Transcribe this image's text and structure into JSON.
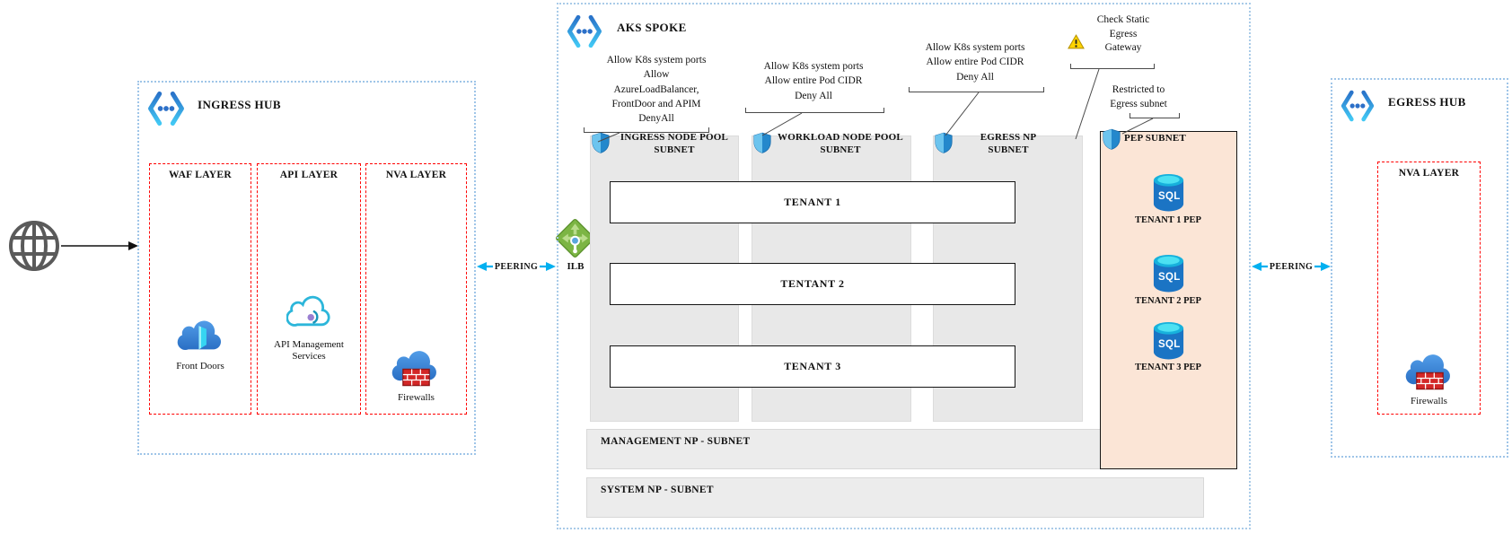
{
  "colors": {
    "peering_arrow": "#00b0f0",
    "hub_border": "#9fc5e8",
    "layer_border": "#ff0000",
    "pep_fill": "#fbe5d6",
    "subnet_fill": "#e8e8e8"
  },
  "ingress_hub": {
    "title": "INGRESS HUB",
    "layers": [
      {
        "title": "WAF LAYER",
        "service": "Front Doors"
      },
      {
        "title": "API LAYER",
        "service": "API Management Services"
      },
      {
        "title": "NVA LAYER",
        "service": "Firewalls"
      }
    ]
  },
  "peering": {
    "left_label": "PEERING",
    "right_label": "PEERING"
  },
  "ilb_label": "ILB",
  "aks_spoke": {
    "title": "AKS SPOKE",
    "callouts": {
      "ingress_rules": [
        "Allow K8s system ports",
        "Allow",
        "AzureLoadBalancer,",
        "FrontDoor and APIM",
        "DenyAll"
      ],
      "workload_rules": [
        "Allow K8s system ports",
        "Allow entire Pod CIDR",
        "Deny All"
      ],
      "egress_rules": [
        "Allow K8s system ports",
        "Allow entire Pod CIDR",
        "Deny All"
      ],
      "static_egress": [
        "Check Static",
        "Egress",
        "Gateway"
      ],
      "pep_restriction": [
        "Restricted to",
        "Egress subnet"
      ]
    },
    "subnets": {
      "ingress": "INGRESS NODE POOL SUBNET",
      "workload": "WORKLOAD NODE POOL SUBNET",
      "egress": "EGRESS NP SUBNET",
      "pep": "PEP SUBNET",
      "management": "MANAGEMENT NP - SUBNET",
      "system": "SYSTEM NP - SUBNET"
    },
    "tenants": [
      "TENANT 1",
      "TENTANT 2",
      "TENANT 3"
    ],
    "sql_icon_label": "SQL",
    "pep_endpoints": [
      {
        "label": "TENANT 1 PEP"
      },
      {
        "label": "TENANT 2 PEP"
      },
      {
        "label": "TENANT 3 PEP"
      }
    ]
  },
  "egress_hub": {
    "title": "EGRESS HUB",
    "layers": [
      {
        "title": "NVA LAYER",
        "service": "Firewalls"
      }
    ]
  }
}
